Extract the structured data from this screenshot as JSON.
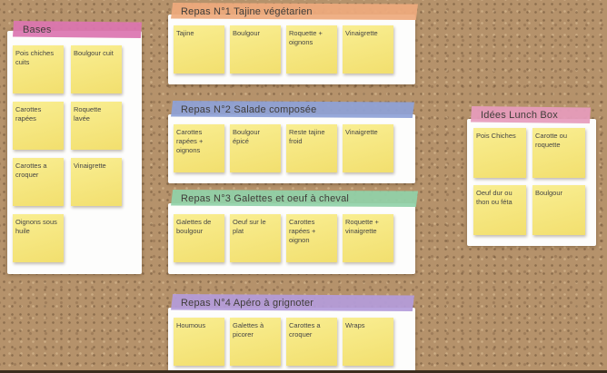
{
  "page": {
    "cork_color": "#b5926b",
    "bottom_edge_color": "#3c2d1e",
    "note_color": "#f5e67d"
  },
  "boards": [
    {
      "title": "Bases",
      "tape_color": "#dc76b1",
      "notes": [
        "Pois chiches cuits",
        "Boulgour cuit",
        "Carottes rapées",
        "Roquette lavée",
        "Carottes a croquer",
        "Vinaigrette",
        "Oignons sous huile"
      ]
    },
    {
      "title": "Repas N°1 Tajine végétarien",
      "tape_color": "#eeab7d",
      "notes": [
        "Tajine",
        "Boulgour",
        "Roquette + oignons",
        "Vinaigrette"
      ]
    },
    {
      "title": "Repas N°2 Salade composée",
      "tape_color": "#8ea2d8",
      "notes": [
        "Carottes rapées + oignons",
        "Boulgour épicé",
        "Reste tajine froid",
        "Vinaigrette"
      ]
    },
    {
      "title": "Repas N°3 Galettes et oeuf à cheval",
      "tape_color": "#92d2a9",
      "notes": [
        "Galettes de boulgour",
        "Oeuf sur le plat",
        "Carottes rapées + oignon",
        "Roquette + vinaigrette"
      ]
    },
    {
      "title": "Repas N°4 Apéro à grignoter",
      "tape_color": "#b49ddb",
      "notes": [
        "Houmous",
        "Galettes à picorer",
        "Carottes a croquer",
        "Wraps"
      ]
    },
    {
      "title": "Idées Lunch Box",
      "tape_color": "#e79dbd",
      "notes": [
        "Pois Chiches",
        "Carotte ou roquette",
        "Oeuf dur ou thon ou féta",
        "Boulgour"
      ]
    }
  ]
}
